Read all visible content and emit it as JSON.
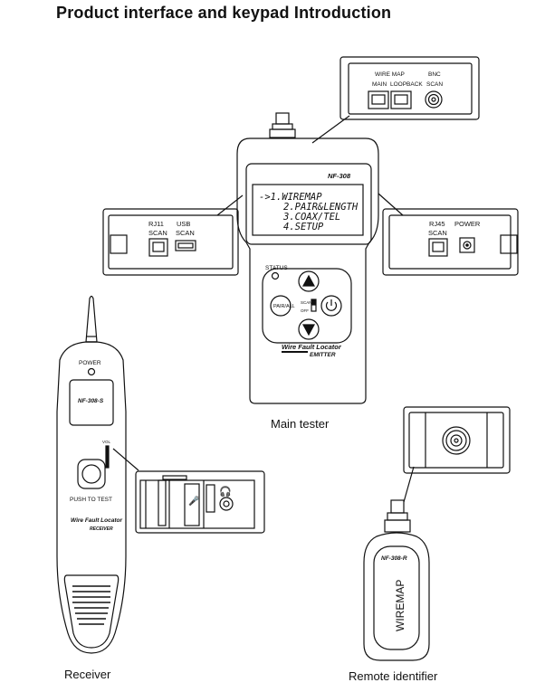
{
  "title": "Product interface and keypad Introduction",
  "captions": {
    "main_tester": "Main tester",
    "receiver": "Receiver",
    "remote": "Remote identifier"
  },
  "top_panel": {
    "wire_map": "WIRE MAP",
    "main": "MAIN",
    "loopback": "LOOPBACK",
    "bnc": "BNC",
    "scan": "SCAN"
  },
  "left_panel": {
    "rj11": "RJ11",
    "usb": "USB",
    "scan1": "SCAN",
    "scan2": "SCAN"
  },
  "right_panel": {
    "rj45": "RJ45",
    "power": "POWER",
    "scan": "SCAN"
  },
  "main_device": {
    "model": "NF-308",
    "menu": [
      "->1.WIREMAP",
      "2.PAIR&LENGTH",
      "3.COAX/TEL",
      "4.SETUP"
    ],
    "status": "STATUS",
    "pair_all": "PAIR/ALL",
    "scan": "SCAN",
    "off": "OFF",
    "brand": "Wire Fault Locator",
    "type": "EMITTER"
  },
  "receiver": {
    "power": "POWER",
    "model": "NF-308-S",
    "vol": "VOL",
    "push_to_test": "PUSH TO TEST",
    "brand": "Wire Fault Locator",
    "type": "RECEIVER"
  },
  "remote": {
    "model": "NF-308-R",
    "wiremap": "WIREMAP"
  }
}
